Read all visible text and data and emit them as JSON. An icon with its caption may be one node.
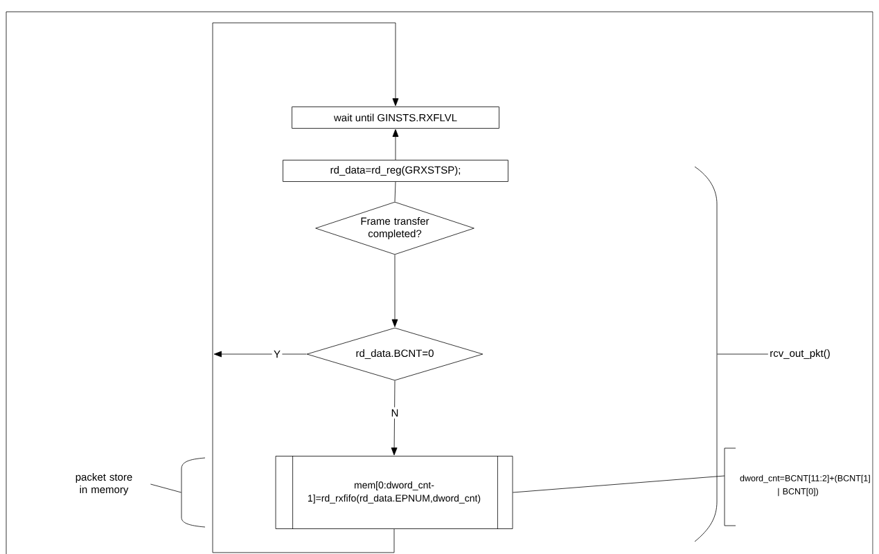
{
  "diagram": {
    "nodes": [
      {
        "text": [
          "wait until GINSTS.RXFLVL"
        ]
      },
      {
        "text": [
          "rd_data=rd_reg(GRXSTSP);"
        ]
      },
      {
        "text": [
          "Frame transfer completed?"
        ]
      },
      {
        "text": [
          "rd_data.BCNT=0"
        ]
      },
      {
        "text": [
          "Y"
        ]
      },
      {
        "text": [
          "mem[0:dword_cnt-1]=rd_rxfifo(rd_data.EPNUM,dword_cnt)"
        ]
      },
      {
        "text": [
          "dword_cnt=BCNT[11:2]+(BCNT[1] | BCNT[0])"
        ]
      },
      {
        "text": [
          "packet store in memory"
        ]
      },
      {
        "text": [
          "rcv_out_pkt()"
        ]
      },
      {
        "text": [],
        "shape": "bracket"
      },
      {
        "text": [],
        "shape": "bracket"
      }
    ],
    "edges": [
      {
        "from": 1,
        "to": 0,
        "arrow": "to"
      },
      {
        "from": 1,
        "to": 2,
        "arrow": "none"
      },
      {
        "from": 2,
        "to": 3,
        "arrow": "to"
      },
      {
        "from": 3,
        "to": 5,
        "arrow": "to",
        "label": "N"
      },
      {
        "from": 3,
        "to": 4,
        "arrow": "none"
      },
      {
        "from": 4,
        "to": null,
        "arrow": "to"
      },
      {
        "from": 5,
        "to": 0,
        "arrow": "to"
      },
      {
        "from": 5,
        "to": 6,
        "arrow": "none"
      },
      {
        "from": 7,
        "to": 9,
        "arrow": "none"
      },
      {
        "from": 8,
        "to": 10,
        "arrow": "none"
      }
    ]
  }
}
